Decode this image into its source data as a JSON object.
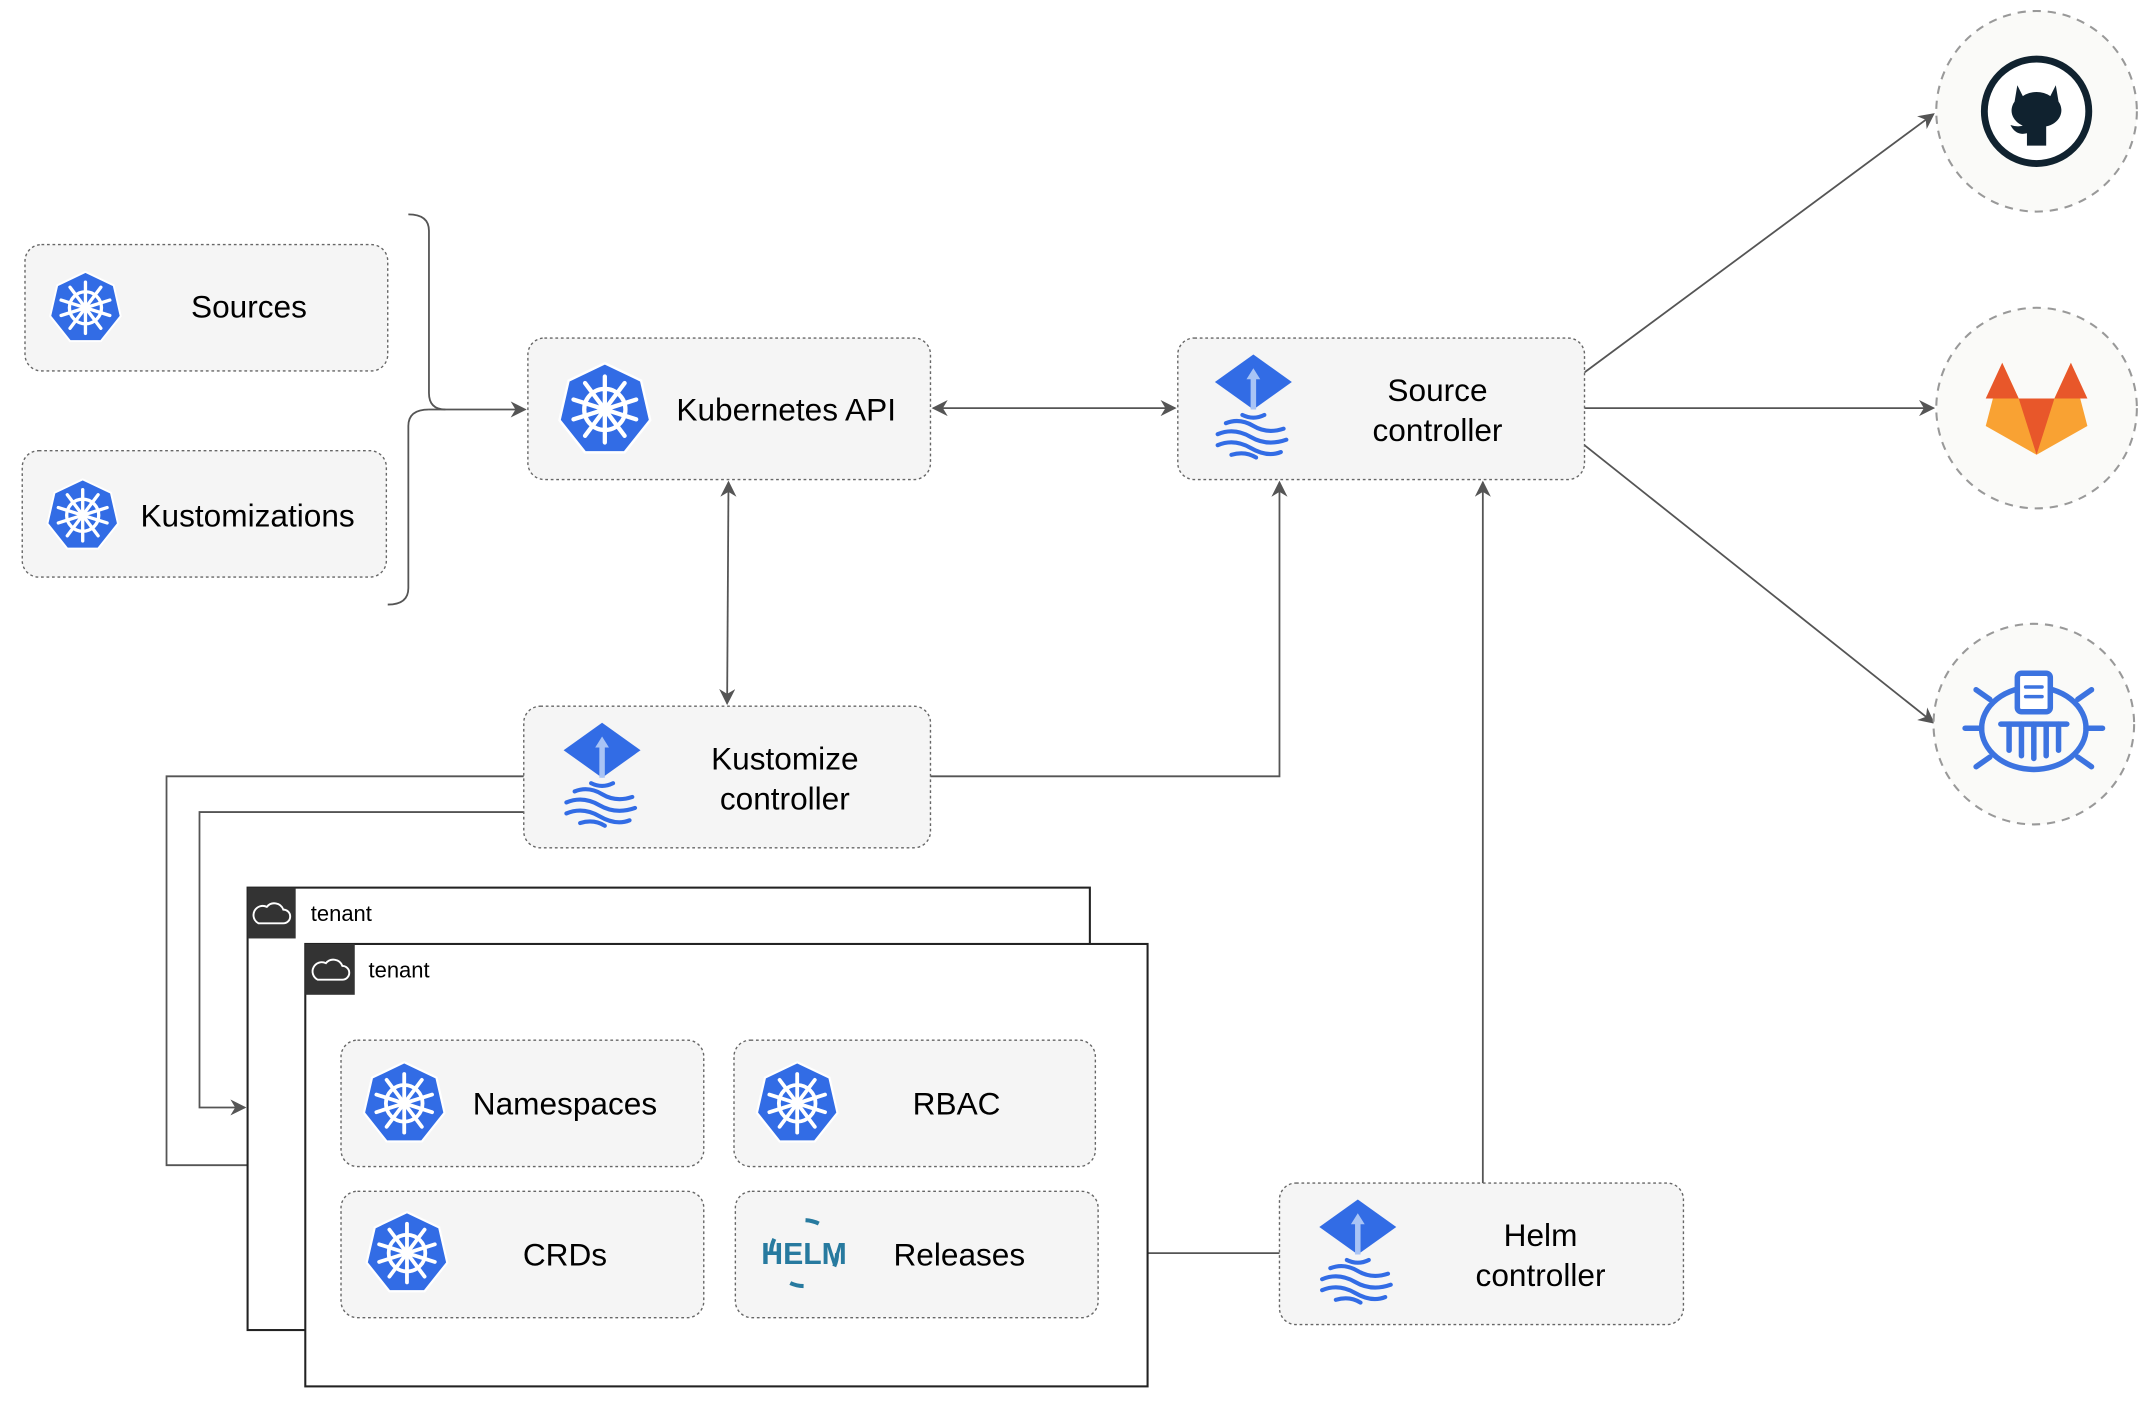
{
  "nodes": {
    "sources": "Sources",
    "kustomizations": "Kustomizations",
    "kubernetes_api": "Kubernetes API",
    "source_controller": [
      "Source",
      "controller"
    ],
    "kustomize_controller": [
      "Kustomize",
      "controller"
    ],
    "helm_controller": [
      "Helm",
      "controller"
    ],
    "namespaces": "Namespaces",
    "rbac": "RBAC",
    "crds": "CRDs",
    "releases": "Releases"
  },
  "tenants": [
    "tenant",
    "tenant"
  ],
  "helm_logo_text": "HELM",
  "external_sources": [
    "github-icon",
    "gitlab-icon",
    "bucket-icon"
  ],
  "colors": {
    "kubernetes_blue": "#326CE5",
    "helm_blue": "#277A9F",
    "github_dark": "#10222F",
    "gitlab_orange": "#E8572A",
    "gitlab_yellow": "#F9A233"
  }
}
